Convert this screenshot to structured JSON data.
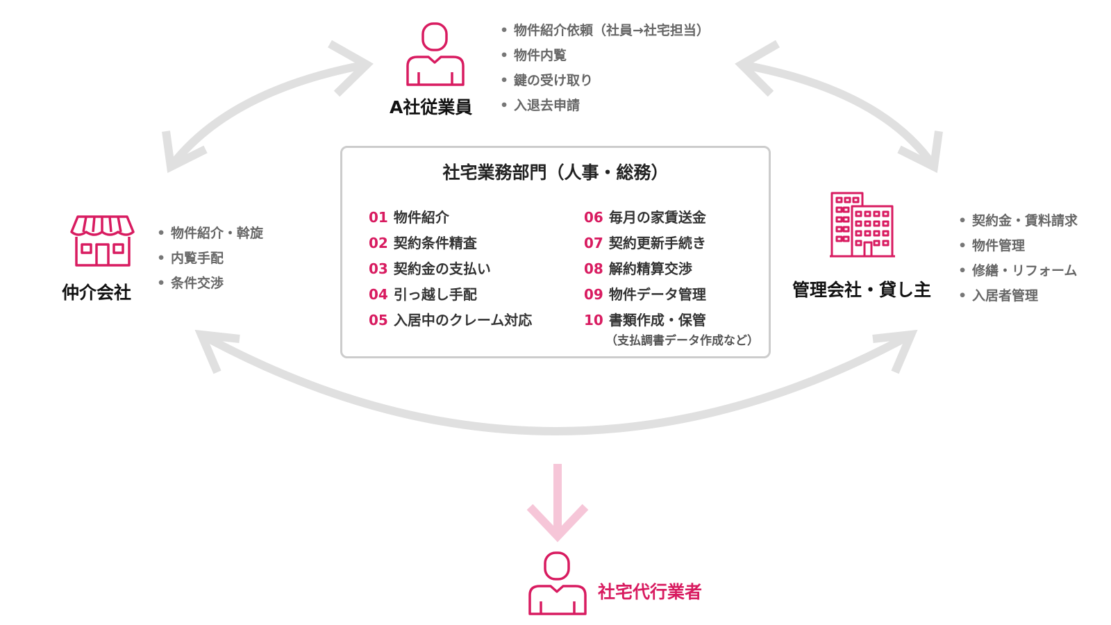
{
  "colors": {
    "accent": "#d81b60",
    "arrow_gray": "#e0e0e0",
    "arrow_pink": "#f6c6d8",
    "box_border": "#cccccc"
  },
  "employee": {
    "label": "A社従業員",
    "icon": "person-icon",
    "tasks": [
      "物件紹介依頼（社員→社宅担当）",
      "物件内覧",
      "鍵の受け取り",
      "入退去申請"
    ]
  },
  "broker": {
    "label": "仲介会社",
    "icon": "storefront-icon",
    "tasks": [
      "物件紹介・斡旋",
      "内覧手配",
      "条件交渉"
    ]
  },
  "manager": {
    "label": "管理会社・貸し主",
    "icon": "building-icon",
    "tasks": [
      "契約金・賃料請求",
      "物件管理",
      "修繕・リフォーム",
      "入居者管理"
    ]
  },
  "department": {
    "title": "社宅業務部門（人事・総務）",
    "items_left": [
      {
        "num": "01",
        "text": "物件紹介"
      },
      {
        "num": "02",
        "text": "契約条件精査"
      },
      {
        "num": "03",
        "text": "契約金の支払い"
      },
      {
        "num": "04",
        "text": "引っ越し手配"
      },
      {
        "num": "05",
        "text": "入居中のクレーム対応"
      }
    ],
    "items_right": [
      {
        "num": "06",
        "text": "毎月の家賃送金"
      },
      {
        "num": "07",
        "text": "契約更新手続き"
      },
      {
        "num": "08",
        "text": "解約精算交渉"
      },
      {
        "num": "09",
        "text": "物件データ管理"
      },
      {
        "num": "10",
        "text": "書類作成・保管"
      }
    ],
    "note": "（支払調書データ作成など）"
  },
  "agency": {
    "label": "社宅代行業者",
    "icon": "person-icon"
  }
}
